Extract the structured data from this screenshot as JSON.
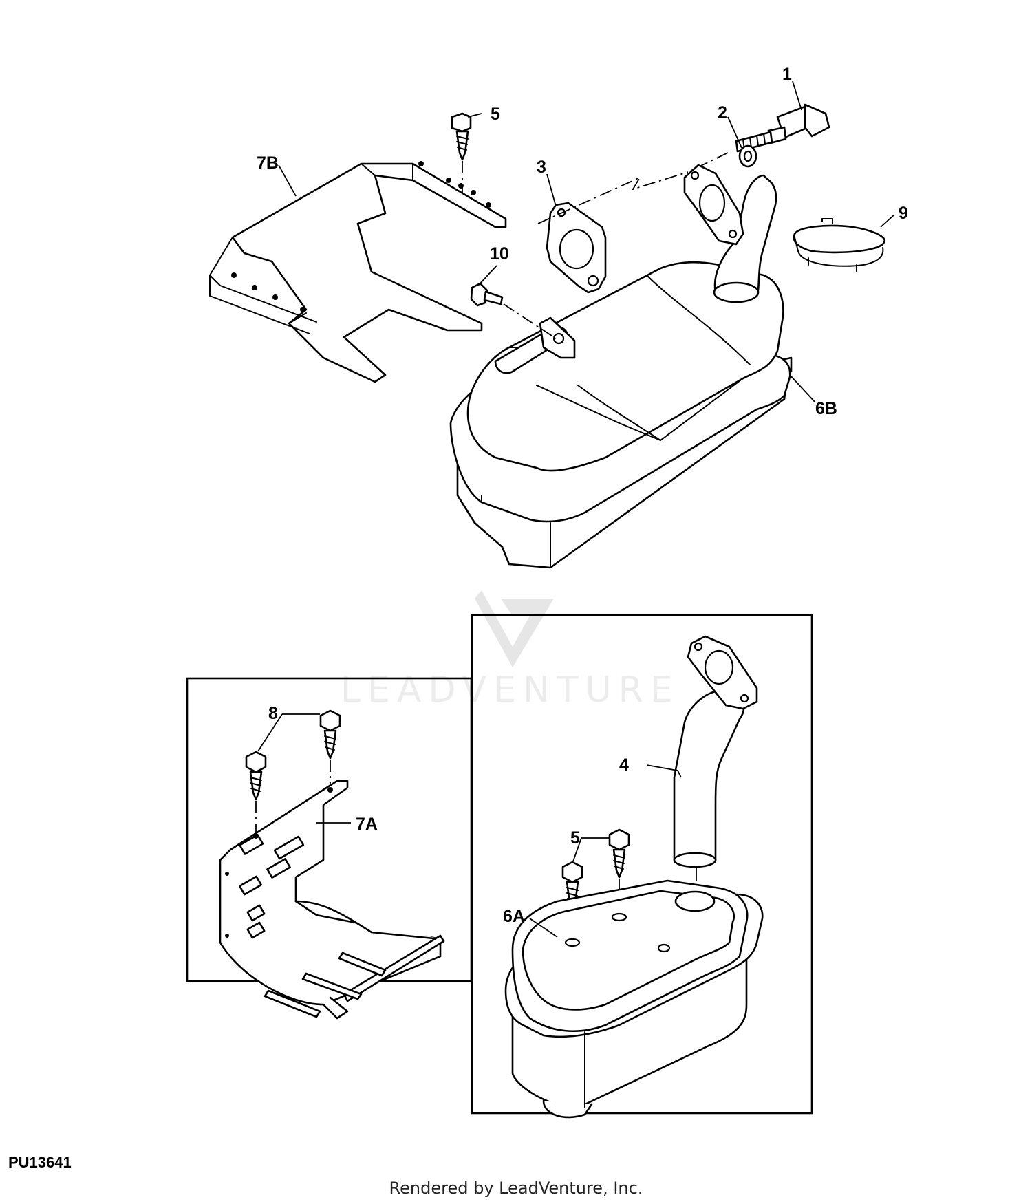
{
  "callouts": {
    "c1": "1",
    "c2": "2",
    "c3": "3",
    "c4": "4",
    "c5_top": "5",
    "c5_inset": "5",
    "c6a": "6A",
    "c6b": "6B",
    "c7a": "7A",
    "c7b": "7B",
    "c8": "8",
    "c9": "9",
    "c10": "10"
  },
  "watermark": {
    "text": "LEADVENTURE"
  },
  "footer": {
    "ref_code": "PU13641",
    "render_credit": "Rendered by LeadVenture, Inc."
  }
}
